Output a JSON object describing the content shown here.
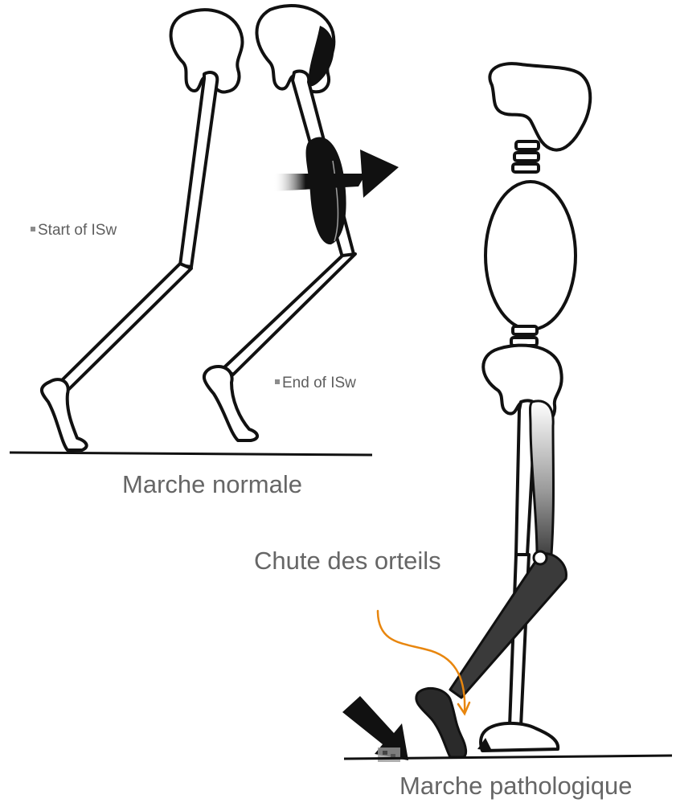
{
  "labels": {
    "start_isw": "Start of ISw",
    "end_isw": "End of ISw",
    "normal_gait": "Marche normale",
    "toe_drop": "Chute des orteils",
    "pathological_gait": "Marche pathologique"
  },
  "colors": {
    "outline": "#111111",
    "muscle_shade": "#222222",
    "annotation_arrow": "#e8860e",
    "caption_text": "#666666"
  }
}
